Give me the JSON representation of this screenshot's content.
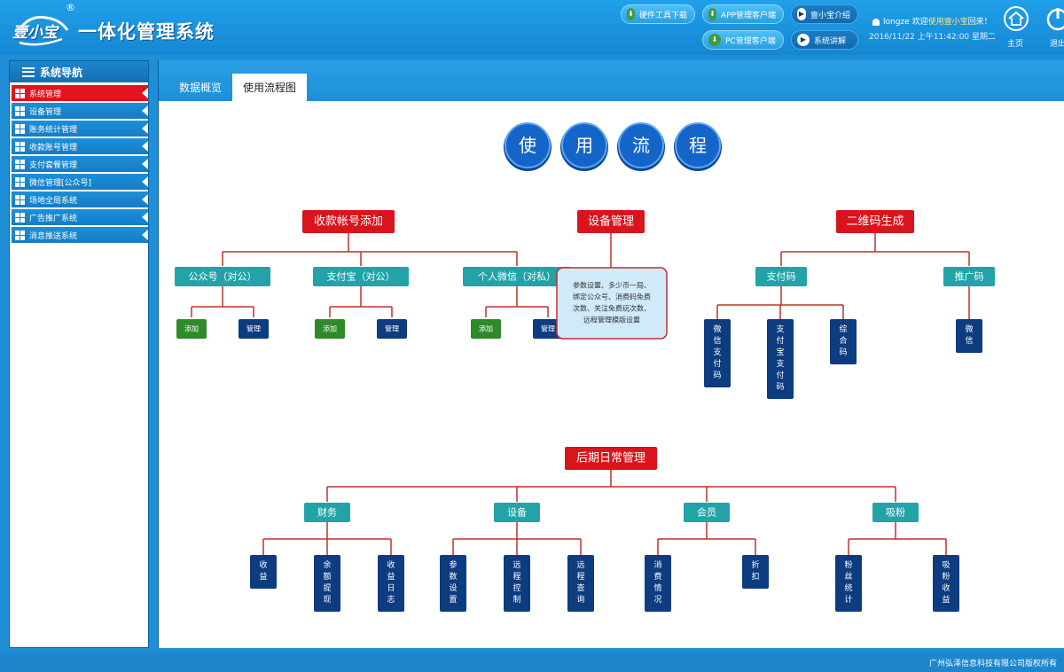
{
  "header": {
    "logo_text": "壹小宝",
    "logo_reg": "®",
    "app_title": "一体化管理系统",
    "buttons": [
      {
        "label": "硬件工具下载",
        "icon": "download-icon"
      },
      {
        "label": "APP管理客户端",
        "icon": "download-icon"
      },
      {
        "label": "壹小宝介绍",
        "icon": "play-icon"
      },
      {
        "label": "PC管理客户端",
        "icon": "download-icon"
      },
      {
        "label": "系统讲解",
        "icon": "play-icon"
      }
    ],
    "user": {
      "name": "longze",
      "welcome_prefix": "欢迎",
      "welcome_highlight": "使用壹小宝",
      "welcome_suffix": "回来！"
    },
    "datetime": "2016/11/22 上午11:42:00 星期二",
    "home_label": "主页",
    "logout_label": "退出"
  },
  "sidebar": {
    "title": "系统导航",
    "items": [
      {
        "label": "系统管理",
        "active": true
      },
      {
        "label": "设备管理",
        "active": false
      },
      {
        "label": "账务统计管理",
        "active": false
      },
      {
        "label": "收款账号管理",
        "active": false
      },
      {
        "label": "支付套餐管理",
        "active": false
      },
      {
        "label": "微信管理[公众号]",
        "active": false
      },
      {
        "label": "场地全局系统",
        "active": false
      },
      {
        "label": "广告推广系统",
        "active": false
      },
      {
        "label": "消息推送系统",
        "active": false
      }
    ]
  },
  "tabs": [
    {
      "label": "数据概览",
      "active": false
    },
    {
      "label": "使用流程图",
      "active": true
    }
  ],
  "flow": {
    "title_chars": [
      "使",
      "用",
      "流",
      "程"
    ],
    "account_add": {
      "title": "收款帐号添加",
      "groups": [
        {
          "label": "公众号（对公）",
          "add": "添加",
          "manage": "管理"
        },
        {
          "label": "支付宝（对公）",
          "add": "添加",
          "manage": "管理"
        },
        {
          "label": "个人微信（对私）",
          "add": "添加",
          "manage": "管理"
        }
      ]
    },
    "device_mgmt": {
      "title": "设备管理",
      "desc_lines": [
        "参数设置、多少币一局、",
        "绑定公众号、消费码免费",
        "次数、关注免费玩次数、",
        "远程管理模版设置"
      ]
    },
    "qr": {
      "title": "二维码生成",
      "pay_code": {
        "label": "支付码",
        "children": [
          "微信支付码",
          "支付宝支付码",
          "综合码"
        ]
      },
      "promo_code": {
        "label": "推广码",
        "children": [
          "微信"
        ]
      }
    },
    "daily": {
      "title": "后期日常管理",
      "groups": [
        {
          "label": "财务",
          "children": [
            "收益",
            "余额提现",
            "收益日志"
          ]
        },
        {
          "label": "设备",
          "children": [
            "参数设置",
            "远程控制",
            "远程查询"
          ]
        },
        {
          "label": "会员",
          "children": [
            "消费情况",
            "折扣"
          ]
        },
        {
          "label": "吸粉",
          "children": [
            "粉丝统计",
            "吸粉收益"
          ]
        }
      ]
    }
  },
  "footer": {
    "copyright": "广州弘泽信息科技有限公司版权所有"
  },
  "colors": {
    "header_blue": "#1e8fd6",
    "active_red": "#e3121c",
    "title_red": "#d9141c",
    "teal": "#23a3a8",
    "navy": "#0d3c80",
    "green": "#2f8a2a",
    "connector": "#c2302a",
    "circle_blue": "#1565c9"
  }
}
